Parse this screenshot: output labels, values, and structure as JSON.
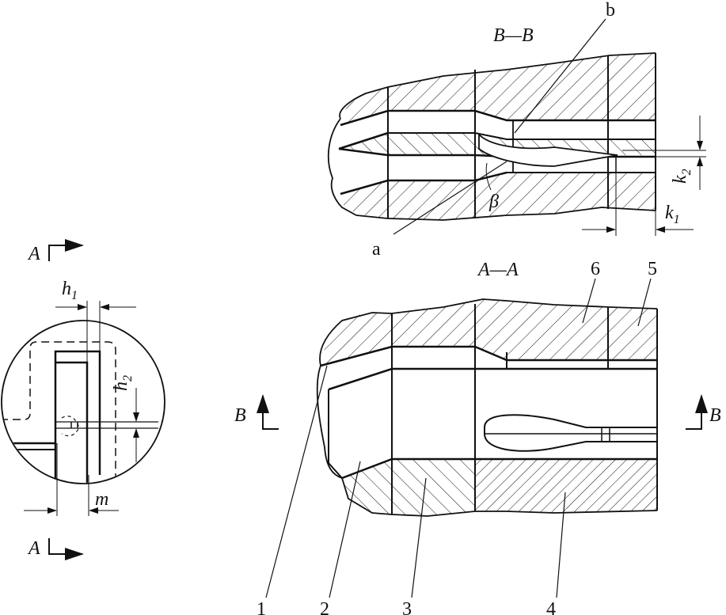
{
  "section_bb": "B—B",
  "section_aa": "A—A",
  "cut_a_top": "A",
  "cut_a_bottom": "A",
  "cut_b_left": "B",
  "cut_b_right": "B",
  "label_a": "a",
  "label_b": "b",
  "beta": "β",
  "k1_main": "k",
  "k1_sub": "1",
  "k2_main": "k",
  "k2_sub": "2",
  "h1_main": "h",
  "h1_sub": "1",
  "h2_main": "h",
  "h2_sub": "2",
  "m": "m",
  "parts": [
    "1",
    "2",
    "3",
    "4",
    "5",
    "6"
  ]
}
